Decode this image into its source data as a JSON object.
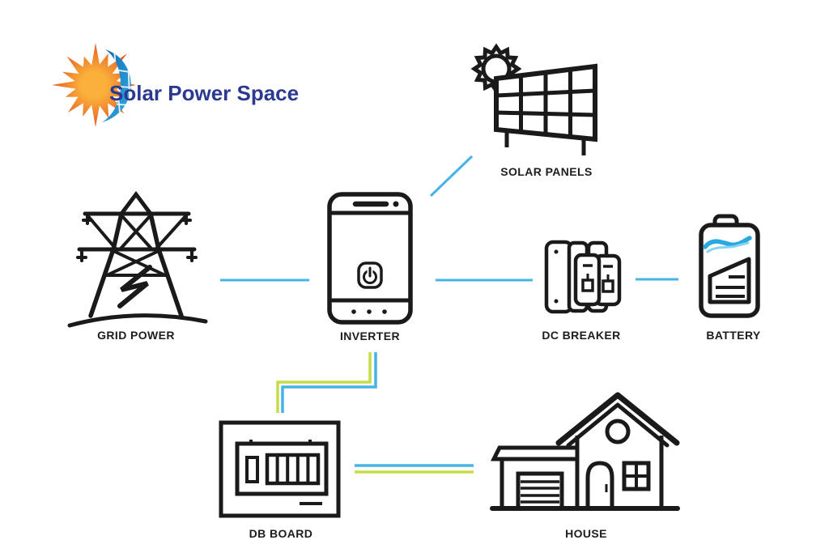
{
  "logo": {
    "text": "Solar Power Space"
  },
  "nodes": {
    "solar_panels": {
      "label": "SOLAR PANELS",
      "icon": "solar-panels-icon"
    },
    "grid_power": {
      "label": "GRID POWER",
      "icon": "grid-power-tower-icon"
    },
    "inverter": {
      "label": "INVERTER",
      "icon": "inverter-icon"
    },
    "dc_breaker": {
      "label": "DC BREAKER",
      "icon": "dc-breaker-icon"
    },
    "battery": {
      "label": "BATTERY",
      "icon": "battery-icon"
    },
    "db_board": {
      "label": "DB BOARD",
      "icon": "db-board-icon"
    },
    "house": {
      "label": "HOUSE",
      "icon": "house-icon"
    }
  },
  "connections": [
    {
      "from": "grid_power",
      "to": "inverter",
      "wires": [
        "blue"
      ]
    },
    {
      "from": "solar_panels",
      "to": "inverter",
      "wires": [
        "blue"
      ]
    },
    {
      "from": "inverter",
      "to": "dc_breaker",
      "wires": [
        "blue"
      ]
    },
    {
      "from": "dc_breaker",
      "to": "battery",
      "wires": [
        "blue"
      ]
    },
    {
      "from": "inverter",
      "to": "db_board",
      "wires": [
        "green",
        "blue"
      ]
    },
    {
      "from": "db_board",
      "to": "house",
      "wires": [
        "blue",
        "green"
      ]
    }
  ],
  "colors": {
    "wire_blue": "#45b4e4",
    "wire_green": "#c6dc4a",
    "icon_stroke": "#1a1a1a",
    "label_text": "#1d1d1b",
    "logo_text": "#2b3990",
    "logo_orange": "#f7941d",
    "logo_blue": "#1b75bc",
    "background": "#ffffff"
  }
}
